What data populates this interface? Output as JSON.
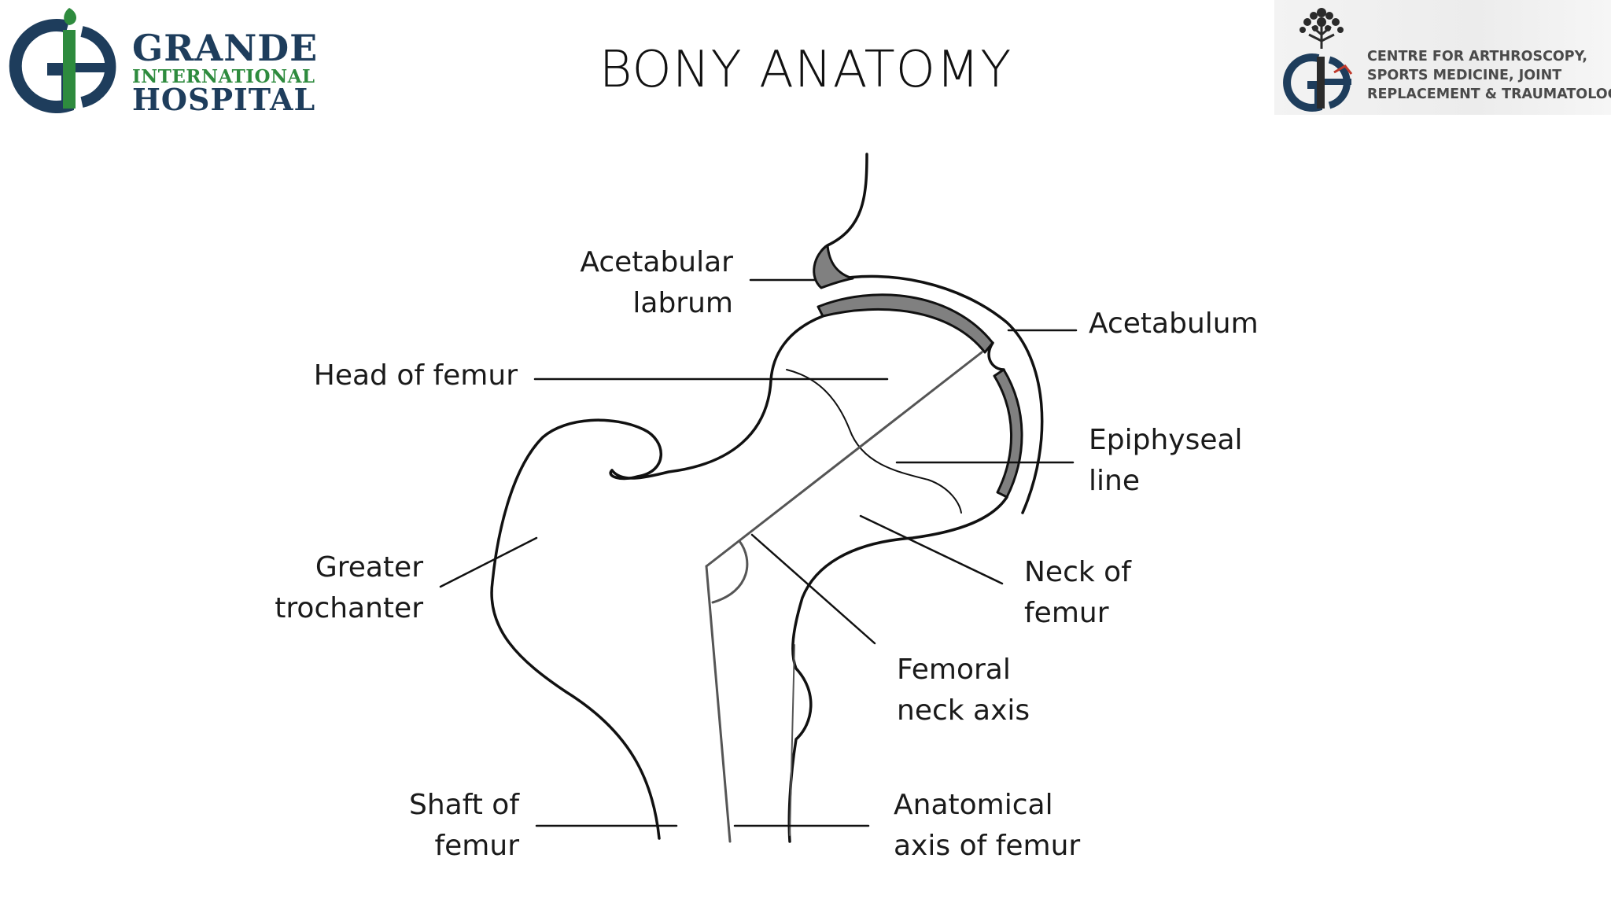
{
  "slide": {
    "title": "BONY ANATOMY"
  },
  "logo_left": {
    "line1": "GRANDE",
    "line2": "INTERNATIONAL",
    "line3": "HOSPITAL",
    "icon": "grande-gih-logo-icon",
    "colors": {
      "navy": "#1e3d5c",
      "green": "#2e8b3e"
    }
  },
  "logo_right": {
    "line1": "CENTRE FOR ARTHROSCOPY,",
    "line2": "SPORTS MEDICINE, JOINT",
    "line3": "REPLACEMENT & TRAUMATOLOGY",
    "icon": "tree-gih-logo-icon"
  },
  "labels": {
    "acetabular_labrum": [
      "Acetabular",
      "labrum"
    ],
    "acetabulum": [
      "Acetabulum"
    ],
    "head_of_femur": [
      "Head of femur"
    ],
    "epiphyseal_line": [
      "Epiphyseal",
      "line"
    ],
    "greater_trochanter": [
      "Greater",
      "trochanter"
    ],
    "neck_of_femur": [
      "Neck of",
      "femur"
    ],
    "femoral_neck_axis": [
      "Femoral",
      "neck axis"
    ],
    "shaft_of_femur": [
      "Shaft of",
      "femur"
    ],
    "anatomical_axis": [
      "Anatomical",
      "axis of femur"
    ]
  }
}
